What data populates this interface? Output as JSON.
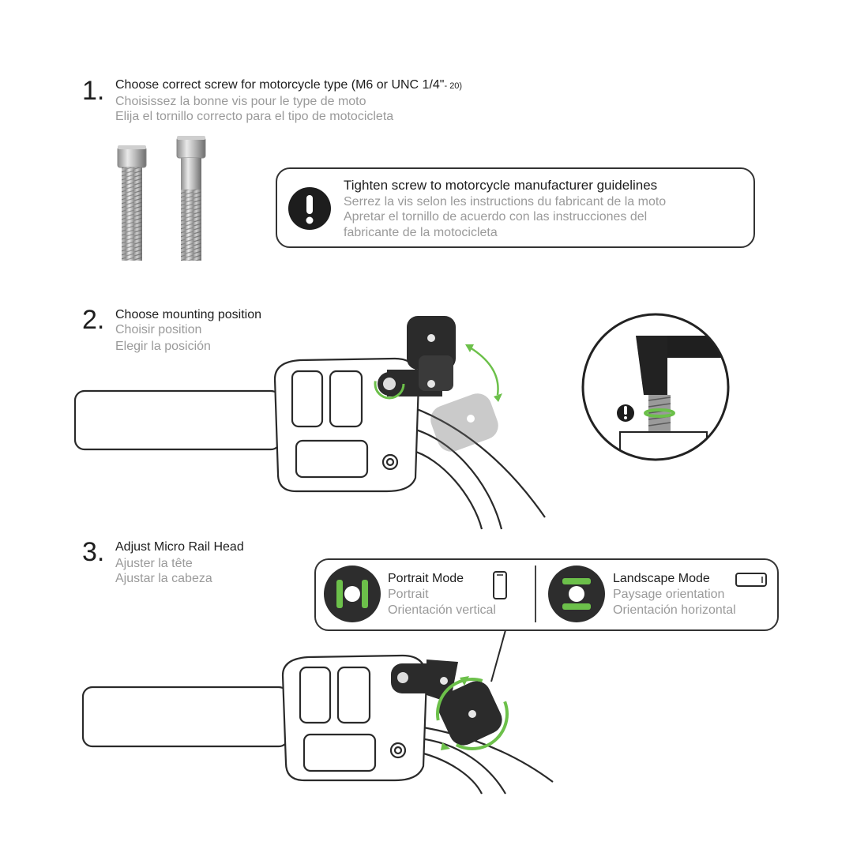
{
  "step1": {
    "number": "1.",
    "title_main": "Choose correct screw for motorcycle type (M6 or UNC 1/4\"",
    "title_suffix": "- 20)",
    "title_fr": "Choisissez la bonne vis pour le type de moto",
    "title_es": "Elija el tornillo correcto para el tipo de motocicleta"
  },
  "warning": {
    "icon": "exclamation-icon",
    "line_en": "Tighten screw to motorcycle manufacturer guidelines",
    "line_fr": "Serrez la vis selon les instructions du fabricant de la moto",
    "line_es_1": "Apretar el tornillo de acuerdo con las instrucciones del",
    "line_es_2": "fabricante de la motocicleta"
  },
  "step2": {
    "number": "2.",
    "title_en": "Choose mounting position",
    "title_fr": "Choisir position",
    "title_es": "Elegir la posición"
  },
  "step3": {
    "number": "3.",
    "title_en": "Adjust Micro Rail Head",
    "title_fr": "Ajuster la tête",
    "title_es": "Ajustar la cabeza"
  },
  "modes": {
    "portrait": {
      "label_en": "Portrait Mode",
      "label_fr": "Portrait",
      "label_es": "Orientación vertical",
      "icon": "phone-portrait-icon"
    },
    "landscape": {
      "label_en": "Landscape Mode",
      "label_fr": "Paysage orientation",
      "label_es": "Orientación horizontal",
      "icon": "phone-landscape-icon"
    }
  },
  "colors": {
    "accent_green": "#6cc04a",
    "mount_dark": "#2b2b2b",
    "text_dark": "#1e1e1e",
    "text_gray": "#9a9a9a"
  }
}
